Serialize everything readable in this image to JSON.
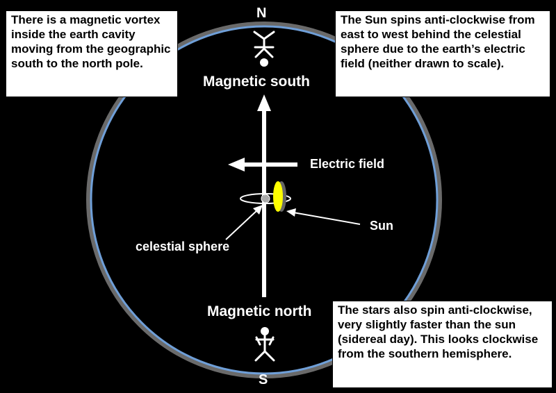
{
  "compass": {
    "north": "N",
    "south": "S"
  },
  "labels": {
    "magnetic_south": "Magnetic south",
    "magnetic_north": "Magnetic north",
    "electric_field": "Electric field",
    "sun": "Sun",
    "celestial_sphere": "celestial sphere"
  },
  "notes": {
    "vortex": "There is a magnetic vortex inside the earth cavity moving from the geographic south to the north pole.",
    "sun_spin": "The Sun spins anti-clockwise from east to west behind the celestial sphere due to the earth’s electric field (neither drawn to scale).",
    "stars_spin": "The stars also spin anti-clockwise, very slightly faster than the sun (sidereal day). This looks clockwise from the southern hemisphere."
  },
  "colors": {
    "background": "#000000",
    "earth_outline_outer": "#6a6a6a",
    "earth_outline_inner": "#6f9fd8",
    "sun": "#ffff00",
    "foreground": "#ffffff"
  }
}
